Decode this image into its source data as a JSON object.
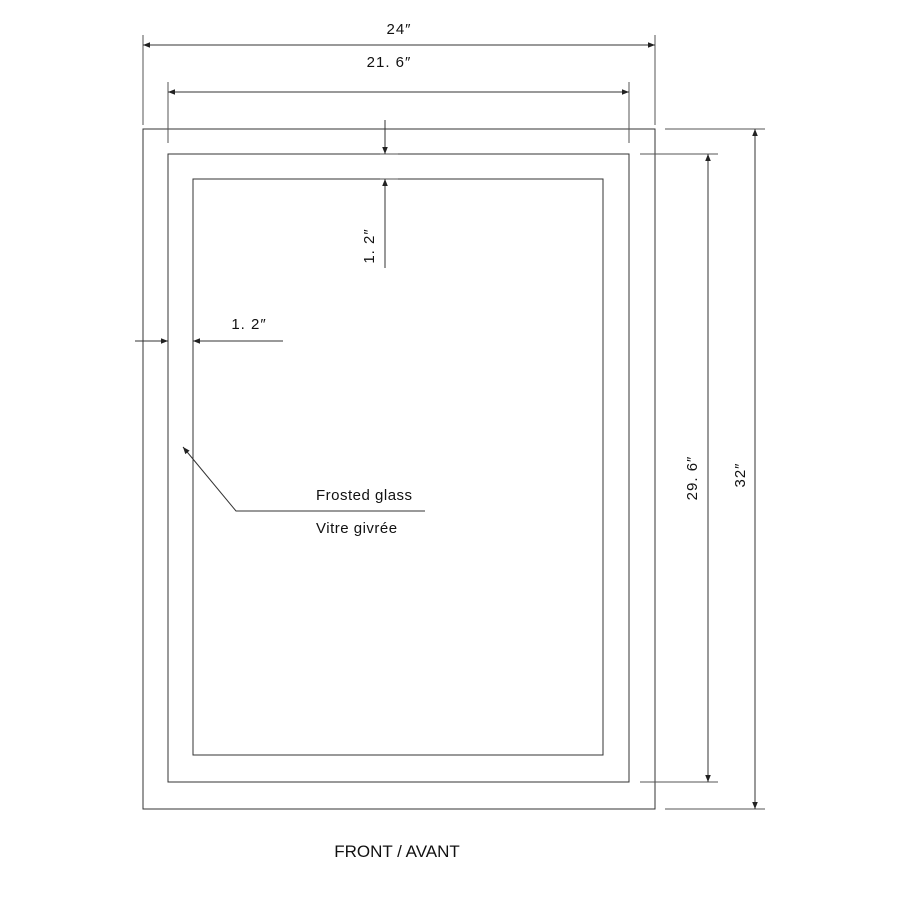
{
  "dimensions": {
    "outer_width": "24″",
    "inner_width": "21. 6″",
    "outer_height": "32″",
    "inner_height": "29. 6″",
    "top_border": "1. 2″",
    "side_border": "1. 2″"
  },
  "callout": {
    "label_en": "Frosted glass",
    "label_fr": "Vitre givrée"
  },
  "caption": "FRONT / AVANT",
  "colors": {
    "line": "#333333",
    "text": "#111111",
    "background": "#ffffff"
  }
}
